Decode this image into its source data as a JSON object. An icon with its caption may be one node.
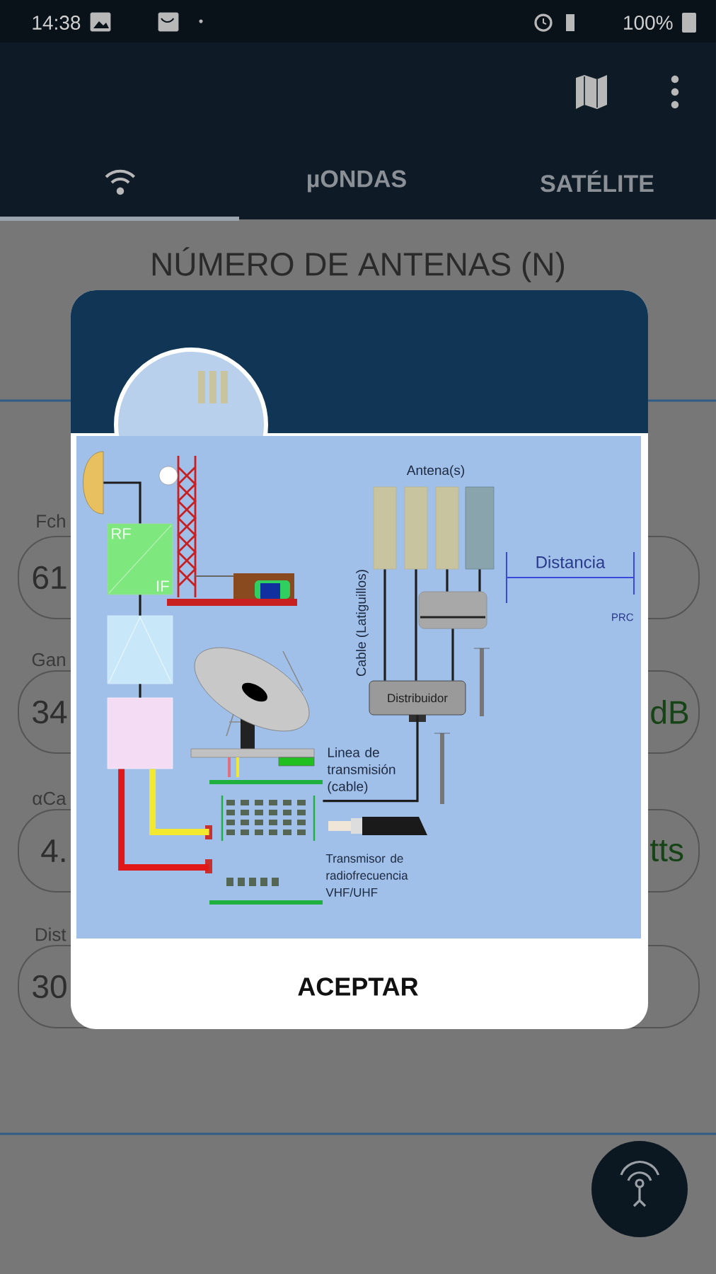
{
  "diagram": {
    "nodes": [
      {
        "text": [],
        "shape": "picture"
      },
      {
        "text": [
          "RF",
          "IF"
        ]
      },
      {
        "text": [],
        "shape": "box"
      },
      {
        "text": [],
        "shape": "box"
      },
      {
        "text": [],
        "shape": "picture",
        "beside": [
          "Transmisor de radiofrecuencia VHF/UHF"
        ]
      },
      {
        "text": [
          "Distribuidor"
        ]
      },
      {
        "text": [],
        "shape": "box"
      },
      {
        "text": [],
        "shape": "bar"
      },
      {
        "text": [],
        "shape": "bar"
      },
      {
        "text": [],
        "shape": "bar"
      },
      {
        "text": [],
        "shape": "bar"
      }
    ],
    "edges": [
      {
        "from": 0,
        "to": 1,
        "arrow": "none"
      },
      {
        "from": 1,
        "to": 2,
        "arrow": "none"
      },
      {
        "from": 2,
        "to": 3,
        "arrow": "none"
      },
      {
        "from": 3,
        "to": 4,
        "arrow": "none",
        "style": "thick",
        "color": "#e01818"
      },
      {
        "from": 3,
        "to": 4,
        "arrow": "none",
        "style": "thick",
        "color": "#f2e830"
      },
      {
        "from": 4,
        "to": 5,
        "arrow": "none",
        "label": "Linea de transmisión (cable)"
      },
      {
        "from": 5,
        "to": 7,
        "arrow": "none"
      },
      {
        "from": 5,
        "to": 8,
        "arrow": "none"
      },
      {
        "from": 5,
        "to": 6,
        "arrow": "none"
      },
      {
        "from": 6,
        "to": 9,
        "arrow": "none"
      },
      {
        "from": 6,
        "to": 10,
        "arrow": "none"
      }
    ],
    "labels": [
      "14:38",
      "100%",
      "µONDAS",
      "SATÉLITE",
      "NÚMERO DE ANTENAS (N)",
      "Fch",
      "61",
      "Gan",
      "34",
      "dB",
      "αCa",
      "4.",
      "tts",
      "Dist",
      "30",
      "Antena(s)",
      "Cable (Latiguillos)",
      "Distancia",
      "PRC",
      "ACEPTAR"
    ]
  }
}
